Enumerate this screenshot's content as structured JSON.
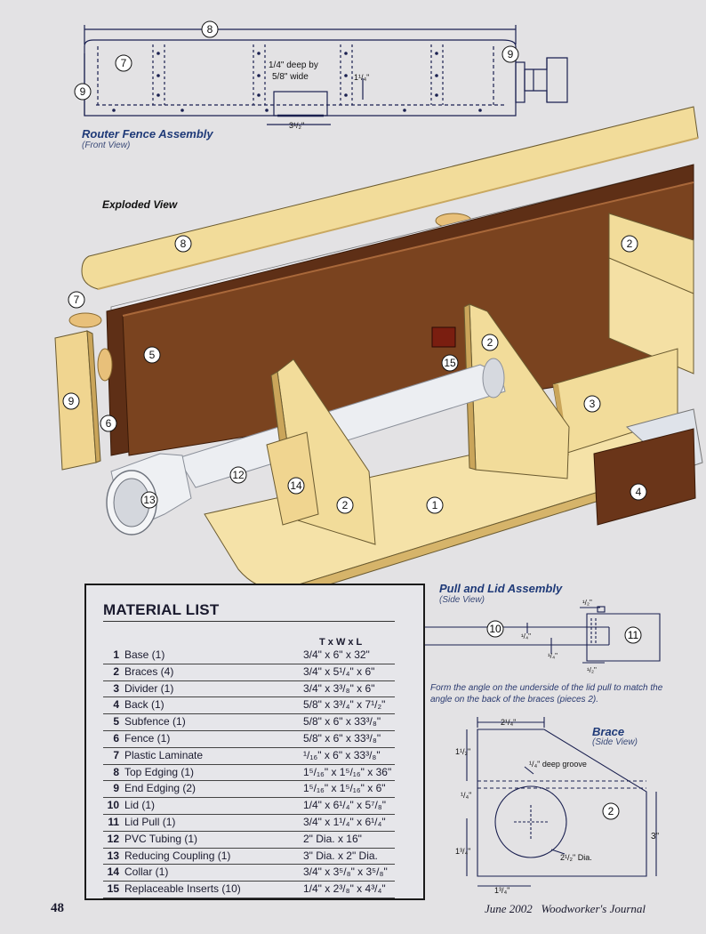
{
  "router_fence": {
    "title": "Router Fence Assembly",
    "subtitle": "(Front View)",
    "dim_note_1": "1/4\" deep by",
    "dim_note_2": "5/8\" wide",
    "dim_height": "1¹/₄\"",
    "dim_width": "3¹/₂\""
  },
  "exploded": {
    "title": "Exploded View"
  },
  "callouts": [
    "1",
    "2",
    "3",
    "4",
    "5",
    "6",
    "7",
    "8",
    "9",
    "10",
    "11",
    "12",
    "13",
    "14",
    "15"
  ],
  "material_list": {
    "title": "MATERIAL LIST",
    "header": "T x W x L",
    "rows": [
      {
        "num": "1",
        "name": "Base (1)",
        "dim": "3/4\" x 6\" x 32\""
      },
      {
        "num": "2",
        "name": "Braces (4)",
        "dim": "3/4\" x 5¹/₄\" x 6\""
      },
      {
        "num": "3",
        "name": "Divider (1)",
        "dim": "3/4\" x 3³/₈\" x 6\""
      },
      {
        "num": "4",
        "name": "Back (1)",
        "dim": "5/8\" x 3³/₄\" x 7¹/₂\""
      },
      {
        "num": "5",
        "name": "Subfence (1)",
        "dim": "5/8\" x 6\" x 33³/₈\""
      },
      {
        "num": "6",
        "name": "Fence (1)",
        "dim": "5/8\" x 6\" x 33³/₈\""
      },
      {
        "num": "7",
        "name": "Plastic Laminate",
        "dim": "¹/₁₆\" x 6\" x 33³/₈\""
      },
      {
        "num": "8",
        "name": "Top Edging (1)",
        "dim": "1⁵/₁₆\" x 1⁵/₁₆\" x 36\""
      },
      {
        "num": "9",
        "name": "End Edging (2)",
        "dim": "1⁵/₁₆\" x 1⁵/₁₆\" x 6\""
      },
      {
        "num": "10",
        "name": "Lid (1)",
        "dim": "1/4\" x 6¹/₄\" x 5⁷/₈\""
      },
      {
        "num": "11",
        "name": "Lid Pull (1)",
        "dim": "3/4\" x 1¹/₄\" x 6¹/₄\""
      },
      {
        "num": "12",
        "name": "PVC Tubing (1)",
        "dim": "2\" Dia. x 16\""
      },
      {
        "num": "13",
        "name": "Reducing Coupling (1)",
        "dim": "3\" Dia. x 2\" Dia."
      },
      {
        "num": "14",
        "name": "Collar (1)",
        "dim": "3/4\" x 3⁵/₈\" x 3⁵/₈\""
      },
      {
        "num": "15",
        "name": "Replaceable Inserts (10)",
        "dim": "1/4\" x 2³/₈\" x 4³/₄\""
      }
    ]
  },
  "pull_lid": {
    "title": "Pull and Lid Assembly",
    "subtitle": "(Side View)",
    "d_half_top": "¹/₂\"",
    "d_quarter_1": "¹/₄\"",
    "d_quarter_2": "¹/₄\"",
    "d_half_bottom": "¹/₂\"",
    "note": "Form the angle on the underside of the lid pull to match the angle on the back of the braces (pieces 2)."
  },
  "brace": {
    "title": "Brace",
    "subtitle": "(Side View)",
    "d_top": "2¹/₄\"",
    "d_left_top": "1¹/₂\"",
    "groove": "¹/₄\" deep groove",
    "d_quarter": "¹/₄\"",
    "d_left_bottom": "1³/₄\"",
    "d_right": "3\"",
    "dia": "2¹/₂\" Dia.",
    "d_bottom": "1³/₄\""
  },
  "footer": {
    "page": "48",
    "right": "June 2002   Woodworker's Journal"
  },
  "colors": {
    "caption_blue": "#1f3a78",
    "wood_light": "#f2dc9a",
    "wood_dark": "#6e3a1c",
    "pvc": "#e6e8ec"
  }
}
